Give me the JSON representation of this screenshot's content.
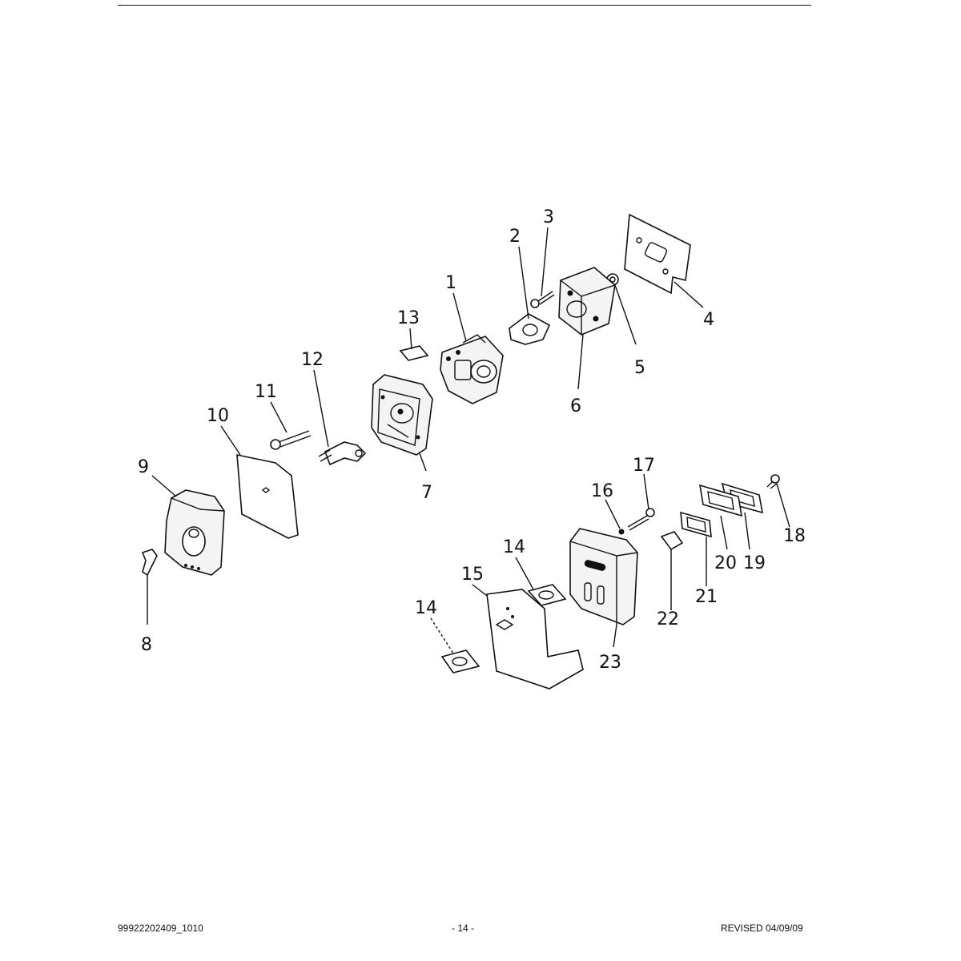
{
  "diagram": {
    "labels": {
      "p1": "1",
      "p2": "2",
      "p3": "3",
      "p4": "4",
      "p5": "5",
      "p6": "6",
      "p7": "7",
      "p8": "8",
      "p9": "9",
      "p10": "10",
      "p11": "11",
      "p12": "12",
      "p13": "13",
      "p14a": "14",
      "p14b": "14",
      "p15": "15",
      "p16": "16",
      "p17": "17",
      "p18": "18",
      "p19": "19",
      "p20": "20",
      "p21": "21",
      "p22": "22",
      "p23": "23"
    }
  },
  "footer": {
    "doc_number": "99922202409_1010",
    "page": "- 14 -",
    "revised": "REVISED 04/09/09"
  }
}
